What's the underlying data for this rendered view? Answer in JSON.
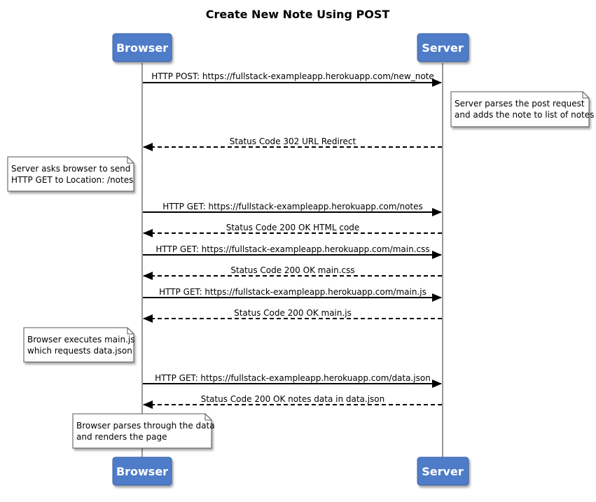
{
  "title": "Create New Note Using POST",
  "participants": {
    "browser": "Browser",
    "server": "Server"
  },
  "messages": [
    {
      "from": "browser",
      "to": "server",
      "style": "solid",
      "label": "HTTP POST: https://fullstack-exampleapp.herokuapp.com/new_note"
    },
    {
      "from": "server",
      "to": "browser",
      "style": "dashed",
      "label": "Status Code 302 URL Redirect"
    },
    {
      "from": "browser",
      "to": "server",
      "style": "solid",
      "label": "HTTP GET: https://fullstack-exampleapp.herokuapp.com/notes"
    },
    {
      "from": "server",
      "to": "browser",
      "style": "dashed",
      "label": "Status Code 200 OK HTML code"
    },
    {
      "from": "browser",
      "to": "server",
      "style": "solid",
      "label": "HTTP GET: https://fullstack-exampleapp.herokuapp.com/main.css"
    },
    {
      "from": "server",
      "to": "browser",
      "style": "dashed",
      "label": "Status Code 200 OK main.css"
    },
    {
      "from": "browser",
      "to": "server",
      "style": "solid",
      "label": "HTTP GET: https://fullstack-exampleapp.herokuapp.com/main.js"
    },
    {
      "from": "server",
      "to": "browser",
      "style": "dashed",
      "label": "Status Code 200 OK main.js"
    },
    {
      "from": "browser",
      "to": "server",
      "style": "solid",
      "label": "HTTP GET: https://fullstack-exampleapp.herokuapp.com/data.json"
    },
    {
      "from": "server",
      "to": "browser",
      "style": "dashed",
      "label": "Status Code 200 OK notes data in data.json"
    }
  ],
  "notes": [
    {
      "lines": [
        "Server parses the post request",
        "and adds the note to list of notes"
      ]
    },
    {
      "lines": [
        "Server asks browser to send",
        "HTTP GET to Location: /notes"
      ]
    },
    {
      "lines": [
        "Browser executes main.js",
        "which requests data.json"
      ]
    },
    {
      "lines": [
        "Browser parses through the data",
        "and renders the page"
      ]
    }
  ],
  "colors": {
    "actor_fill": "#4f7cc8",
    "actor_border": "#3b63a8",
    "lifeline": "#999999",
    "note_fill": "#ffffff",
    "note_border": "#555555",
    "arrow": "#000000"
  }
}
